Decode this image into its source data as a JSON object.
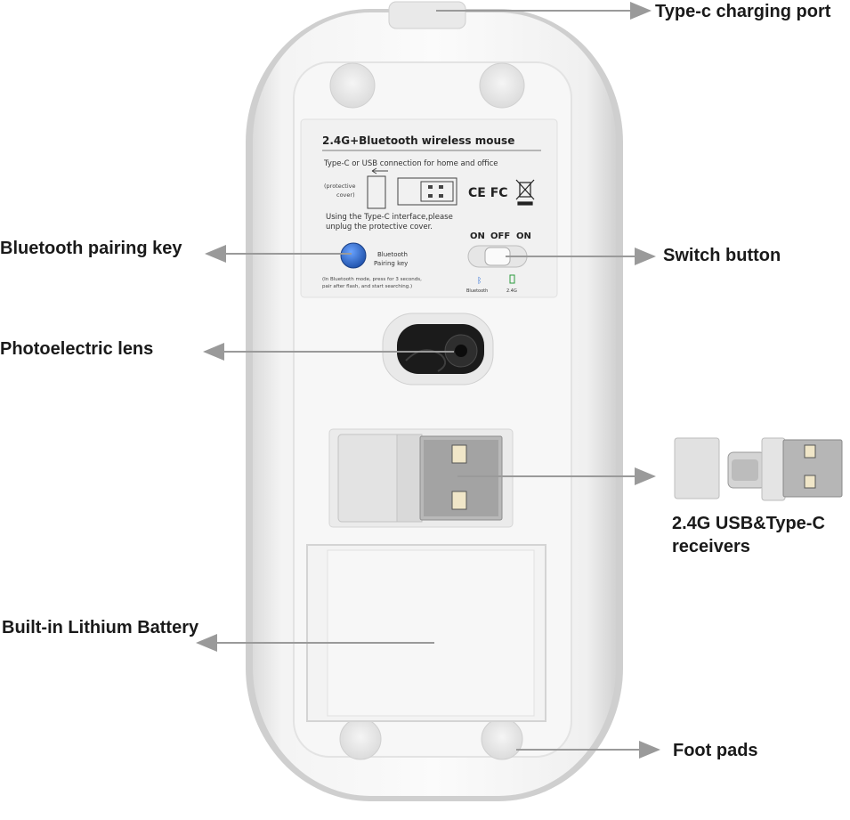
{
  "callouts": {
    "charging_port": "Type-c charging port",
    "pairing_key": "Bluetooth pairing key",
    "switch_button": "Switch button",
    "lens": "Photoelectric lens",
    "receivers_line1": "2.4G USB&Type-C",
    "receivers_line2": "receivers",
    "battery": "Built-in Lithium Battery",
    "foot_pads": "Foot pads"
  },
  "sticker": {
    "title": "2.4G+Bluetooth wireless mouse",
    "subtitle": "Type-C or USB connection for home and office",
    "protective_1": "(protective",
    "protective_2": "cover)",
    "certs": "CE FC",
    "note_1": "Using the Type-C interface,please",
    "note_2": "unplug the protective cover.",
    "pair_1": "Bluetooth",
    "pair_2": "Pairing key",
    "fine_1": "(In Bluetooth mode, press for 3 seconds,",
    "fine_2": "pair after flash, and start searching.)",
    "switch_on_left": "ON",
    "switch_off": "OFF",
    "switch_on_right": "ON",
    "mode_bt": "Bluetooth",
    "mode_24": "2.4G"
  },
  "colors": {
    "arrow": "#9a9a9a",
    "pair_button": "#2f6fd6",
    "label_text": "#1a1a1a"
  }
}
